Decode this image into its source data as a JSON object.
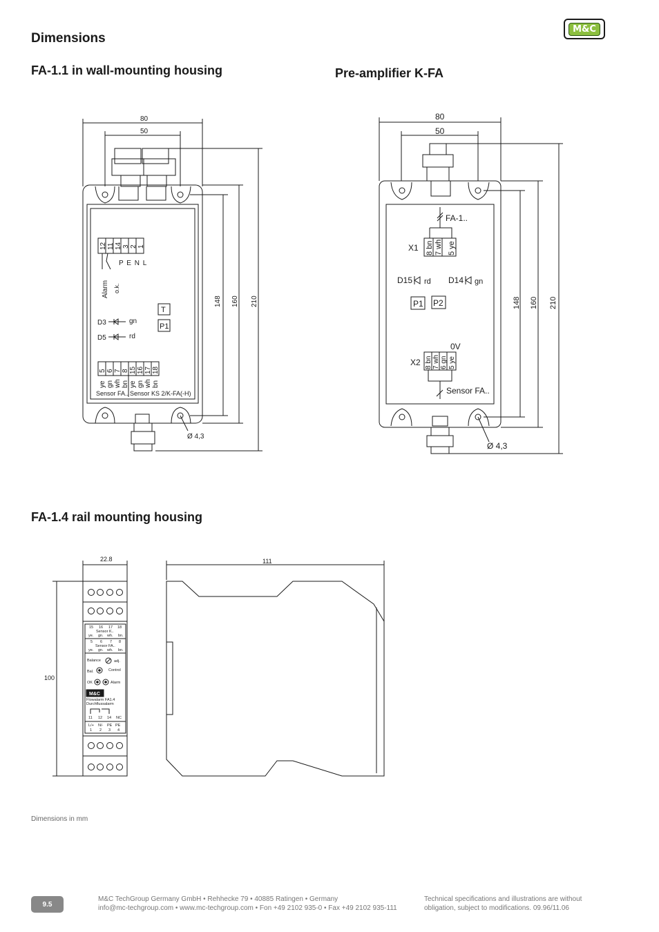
{
  "header": {
    "title": "Dimensions",
    "logo_text": "M&C"
  },
  "sections": {
    "wall": {
      "title": "FA-1.1 in wall-mounting housing",
      "dim_width_outer": "80",
      "dim_width_inner": "50",
      "dim_h148": "148",
      "dim_h160": "160",
      "dim_h210": "210",
      "terminals": [
        "12",
        "11",
        "14",
        "3",
        "2",
        "1"
      ],
      "penl": "P E N L",
      "alarm": "Alarm",
      "ok": "o.k.",
      "t_box": "T",
      "p1_box": "P1",
      "d3": "D3",
      "d3_color": "gn",
      "d5": "D5",
      "d5_color": "rd",
      "bottom_terminals": [
        "5",
        "6",
        "7",
        "8",
        "15",
        "16",
        "17",
        "18"
      ],
      "bottom_colors": [
        "ye",
        "gn",
        "wh",
        "bn",
        "ye",
        "gn",
        "wh",
        "bn"
      ],
      "sensor_fa": "Sensor FA..",
      "sensor_ks": "Sensor KS 2/K-FA(-H)",
      "hole": "Ø 4,3"
    },
    "pre": {
      "title": "Pre-amplifier K-FA",
      "dim_width_outer": "80",
      "dim_width_inner": "50",
      "dim_h148": "148",
      "dim_h160": "160",
      "dim_h210": "210",
      "fa1": "FA-1..",
      "x1": "X1",
      "x1_pins": [
        "8 bn",
        "7 wh",
        "5 ye"
      ],
      "d15": "D15",
      "d15_color": "rd",
      "d14": "D14",
      "d14_color": "gn",
      "p1": "P1",
      "p2": "P2",
      "zero_v": "0V",
      "x2": "X2",
      "x2_pins": [
        "8 bn",
        "7 wh",
        "6 gn",
        "5 ye"
      ],
      "sensor": "Sensor FA..",
      "hole": "Ø 4,3"
    },
    "rail": {
      "title": "FA-1.4 rail mounting housing",
      "dim_width": "22.8",
      "dim_depth": "111",
      "dim_height": "100",
      "row1": [
        "15",
        "16",
        "17",
        "18"
      ],
      "sensor_k": "Sensor K..",
      "row1_colors": [
        "ye.",
        "gn.",
        "wh.",
        "bn."
      ],
      "row2": [
        "5",
        "6",
        "7",
        "8"
      ],
      "sensor_fa": "Sensor FA..",
      "row2_colors": [
        "ye.",
        "gn.",
        "wh.",
        "bn."
      ],
      "balance": "Balance",
      "adj": "adj.",
      "bal": "Bal.",
      "control": "Control",
      "ok": "OK",
      "alarm": "Alarm",
      "logo": "M&C",
      "product1": "Flowalarm FA1.4",
      "product2": "Durchflussalarm",
      "relay_terms": [
        "11",
        "12",
        "14",
        "NC"
      ],
      "power_labels": [
        "L/+",
        "N/-",
        "PE",
        "PE"
      ],
      "power_terms": [
        "1",
        "2",
        "3",
        "4"
      ]
    }
  },
  "note": "Dimensions in mm",
  "footer": {
    "page": "9.5",
    "address_line1": "M&C TechGroup Germany GmbH • Rehhecke 79 • 40885 Ratingen • Germany",
    "address_line2": "info@mc-techgroup.com • www.mc-techgroup.com • Fon +49 2102 935-0 • Fax +49 2102 935-111",
    "disclaimer_line1": "Technical specifications and illustrations are without",
    "disclaimer_line2": "obligation, subject to modifications. 09.96/11.06"
  }
}
